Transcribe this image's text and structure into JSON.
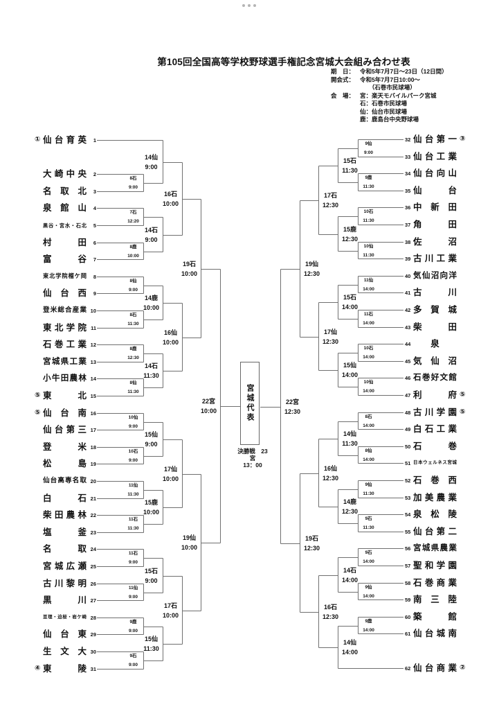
{
  "title": "第105回全国高等学校野球選手権記念宮城大会組み合わせ表",
  "info": [
    {
      "key": "期　日：",
      "value": "令和5年7月7日～23日（12日間）"
    },
    {
      "key": "開会式：",
      "value": "令和5年7月7日10:00～"
    },
    {
      "key": "",
      "value": "　　（石巻市民球場）"
    },
    {
      "key": "会　場：",
      "value": "宮：楽天モバイルパーク宮城"
    },
    {
      "key": "",
      "value": "石：石巻市民球場"
    },
    {
      "key": "",
      "value": "仙：仙台市民球場"
    },
    {
      "key": "",
      "value": "鹿：鹿島台中央野球場"
    }
  ],
  "final": {
    "box": "宮城代表",
    "label": "決勝戦　23",
    "venue": "宮",
    "time": "13：00"
  },
  "teams": {
    "1": {
      "name": "仙台育英",
      "seed": "①"
    },
    "2": {
      "name": "大崎中央"
    },
    "3": {
      "name": "名取北"
    },
    "4": {
      "name": "泉館山"
    },
    "5": {
      "name": "黒谷・宮水・石北"
    },
    "6": {
      "name": "村田"
    },
    "7": {
      "name": "富谷"
    },
    "8": {
      "name": "東北学院榴ケ岡"
    },
    "9": {
      "name": "仙台西"
    },
    "10": {
      "name": "登米総合産業"
    },
    "11": {
      "name": "東北学院"
    },
    "12": {
      "name": "石巻工業"
    },
    "13": {
      "name": "宮城県工業"
    },
    "14": {
      "name": "小牛田農林"
    },
    "15": {
      "name": "東北",
      "seed": "⑤"
    },
    "16": {
      "name": "仙台南",
      "seed": "⑤"
    },
    "17": {
      "name": "仙台第三"
    },
    "18": {
      "name": "登米"
    },
    "19": {
      "name": "松島"
    },
    "20": {
      "name": "仙台高専名取"
    },
    "21": {
      "name": "白石"
    },
    "22": {
      "name": "柴田農林"
    },
    "23": {
      "name": "塩釜"
    },
    "24": {
      "name": "名取"
    },
    "25": {
      "name": "宮城広瀬"
    },
    "26": {
      "name": "古川黎明"
    },
    "27": {
      "name": "黒川"
    },
    "28": {
      "name": "亘理・迫桜・岩ケ崎"
    },
    "29": {
      "name": "仙台東"
    },
    "30": {
      "name": "生文大"
    },
    "31": {
      "name": "東陵",
      "seed": "④"
    },
    "32": {
      "name": "仙台第一",
      "seed": "③"
    },
    "33": {
      "name": "仙台工業"
    },
    "34": {
      "name": "仙台向山"
    },
    "35": {
      "name": "仙台"
    },
    "36": {
      "name": "中新田"
    },
    "37": {
      "name": "角田"
    },
    "38": {
      "name": "佐沼"
    },
    "39": {
      "name": "古川工業"
    },
    "40": {
      "name": "気仙沼向洋"
    },
    "41": {
      "name": "古川"
    },
    "42": {
      "name": "多賀城"
    },
    "43": {
      "name": "柴田"
    },
    "44": {
      "name": "泉"
    },
    "45": {
      "name": "気仙沼"
    },
    "46": {
      "name": "石巻好文館"
    },
    "47": {
      "name": "利府",
      "seed": "⑤"
    },
    "48": {
      "name": "古川学園",
      "seed": "⑤"
    },
    "49": {
      "name": "白石工業"
    },
    "50": {
      "name": "石巻"
    },
    "51": {
      "name": "日本ウェルネス宮城"
    },
    "52": {
      "name": "石巻西"
    },
    "53": {
      "name": "加美農業"
    },
    "54": {
      "name": "泉松陵"
    },
    "55": {
      "name": "仙台第二"
    },
    "56": {
      "name": "宮城県農業"
    },
    "57": {
      "name": "聖和学園"
    },
    "58": {
      "name": "石巻商業"
    },
    "59": {
      "name": "南三陸"
    },
    "60": {
      "name": "築館"
    },
    "61": {
      "name": "仙台城南"
    },
    "62": {
      "name": "仙台商業",
      "seed": "②"
    }
  },
  "bracket": {
    "left": {
      "m": "22宮",
      "t": "10:00",
      "c": [
        {
          "m": "19石",
          "t": "10:00",
          "c": [
            {
              "m": "16石",
              "t": "10:00",
              "c": [
                {
                  "m": "14仙",
                  "t": "9:00",
                  "c": [
                    1,
                    {
                      "m": "8石",
                      "t": "9:00",
                      "c": [
                        2,
                        3
                      ]
                    }
                  ]
                },
                {
                  "m": "14石",
                  "t": "9:00",
                  "c": [
                    {
                      "m": "7石",
                      "t": "12:20",
                      "c": [
                        4,
                        5
                      ]
                    },
                    {
                      "m": "8鹿",
                      "t": "10:00",
                      "c": [
                        6,
                        7
                      ]
                    }
                  ]
                }
              ]
            },
            {
              "m": "16仙",
              "t": "10:00",
              "c": [
                {
                  "m": "14鹿",
                  "t": "10:00",
                  "c": [
                    {
                      "m": "8仙",
                      "t": "9:00",
                      "c": [
                        8,
                        9
                      ]
                    },
                    {
                      "m": "8石",
                      "t": "11:30",
                      "c": [
                        10,
                        11
                      ]
                    }
                  ]
                },
                {
                  "m": "14石",
                  "t": "11:30",
                  "c": [
                    {
                      "m": "8鹿",
                      "t": "12:30",
                      "c": [
                        12,
                        13
                      ]
                    },
                    {
                      "m": "8仙",
                      "t": "11:30",
                      "c": [
                        14,
                        15
                      ]
                    }
                  ]
                }
              ]
            }
          ]
        },
        {
          "m": "19仙",
          "t": "10:00",
          "c": [
            {
              "m": "17仙",
              "t": "10:00",
              "c": [
                {
                  "m": "15仙",
                  "t": "9:00",
                  "c": [
                    {
                      "m": "10仙",
                      "t": "9:00",
                      "c": [
                        16,
                        17
                      ]
                    },
                    {
                      "m": "10石",
                      "t": "9:00",
                      "c": [
                        18,
                        19
                      ]
                    }
                  ]
                },
                {
                  "m": "15鹿",
                  "t": "10:00",
                  "c": [
                    {
                      "m": "11仙",
                      "t": "11:30",
                      "c": [
                        20,
                        21
                      ]
                    },
                    {
                      "m": "11石",
                      "t": "11:30",
                      "c": [
                        22,
                        23
                      ]
                    }
                  ]
                }
              ]
            },
            {
              "m": "17石",
              "t": "10:00",
              "c": [
                {
                  "m": "15石",
                  "t": "9:00",
                  "c": [
                    {
                      "m": "11石",
                      "t": "9:00",
                      "c": [
                        24,
                        25
                      ]
                    },
                    {
                      "m": "11仙",
                      "t": "9:00",
                      "c": [
                        26,
                        27
                      ]
                    }
                  ]
                },
                {
                  "m": "15仙",
                  "t": "11:30",
                  "c": [
                    {
                      "m": "9鹿",
                      "t": "9:00",
                      "c": [
                        28,
                        29
                      ]
                    },
                    {
                      "m": "9石",
                      "t": "9:00",
                      "c": [
                        30,
                        31
                      ]
                    }
                  ]
                }
              ]
            }
          ]
        }
      ]
    },
    "right": {
      "m": "22宮",
      "t": "12:30",
      "c": [
        {
          "m": "19仙",
          "t": "12:30",
          "c": [
            {
              "m": "17石",
              "t": "12:30",
              "c": [
                {
                  "m": "15石",
                  "t": "11:30",
                  "c": [
                    {
                      "m": "9仙",
                      "t": "9:00",
                      "c": [
                        32,
                        33
                      ]
                    },
                    {
                      "m": "9鹿",
                      "t": "11:30",
                      "c": [
                        34,
                        35
                      ]
                    }
                  ]
                },
                {
                  "m": "15鹿",
                  "t": "12:30",
                  "c": [
                    {
                      "m": "10石",
                      "t": "11:30",
                      "c": [
                        36,
                        37
                      ]
                    },
                    {
                      "m": "10仙",
                      "t": "11:30",
                      "c": [
                        38,
                        39
                      ]
                    }
                  ]
                }
              ]
            },
            {
              "m": "17仙",
              "t": "12:30",
              "c": [
                {
                  "m": "15石",
                  "t": "14:00",
                  "c": [
                    {
                      "m": "11仙",
                      "t": "14:00",
                      "c": [
                        40,
                        41
                      ]
                    },
                    {
                      "m": "11石",
                      "t": "14:00",
                      "c": [
                        42,
                        43
                      ]
                    }
                  ]
                },
                {
                  "m": "15仙",
                  "t": "14:00",
                  "c": [
                    {
                      "m": "10石",
                      "t": "14:00",
                      "c": [
                        44,
                        45
                      ]
                    },
                    {
                      "m": "10仙",
                      "t": "14:00",
                      "c": [
                        46,
                        47
                      ]
                    }
                  ]
                }
              ]
            }
          ]
        },
        {
          "m": "19石",
          "t": "12:30",
          "c": [
            {
              "m": "16仙",
              "t": "12:30",
              "c": [
                {
                  "m": "14仙",
                  "t": "11:30",
                  "c": [
                    {
                      "m": "8石",
                      "t": "14:00",
                      "c": [
                        48,
                        49
                      ]
                    },
                    {
                      "m": "8仙",
                      "t": "14:00",
                      "c": [
                        50,
                        51
                      ]
                    }
                  ]
                },
                {
                  "m": "14鹿",
                  "t": "12:30",
                  "c": [
                    {
                      "m": "9仙",
                      "t": "11:30",
                      "c": [
                        52,
                        53
                      ]
                    },
                    {
                      "m": "9石",
                      "t": "11:30",
                      "c": [
                        54,
                        55
                      ]
                    }
                  ]
                }
              ]
            },
            {
              "m": "16石",
              "t": "12:30",
              "c": [
                {
                  "m": "14石",
                  "t": "14:00",
                  "c": [
                    {
                      "m": "9石",
                      "t": "14:00",
                      "c": [
                        56,
                        57
                      ]
                    },
                    {
                      "m": "9仙",
                      "t": "14:00",
                      "c": [
                        58,
                        59
                      ]
                    }
                  ]
                },
                {
                  "m": "14仙",
                  "t": "14:00",
                  "c": [
                    {
                      "m": "9鹿",
                      "t": "14:00",
                      "c": [
                        60,
                        61
                      ]
                    },
                    62
                  ]
                }
              ]
            }
          ]
        }
      ]
    }
  }
}
